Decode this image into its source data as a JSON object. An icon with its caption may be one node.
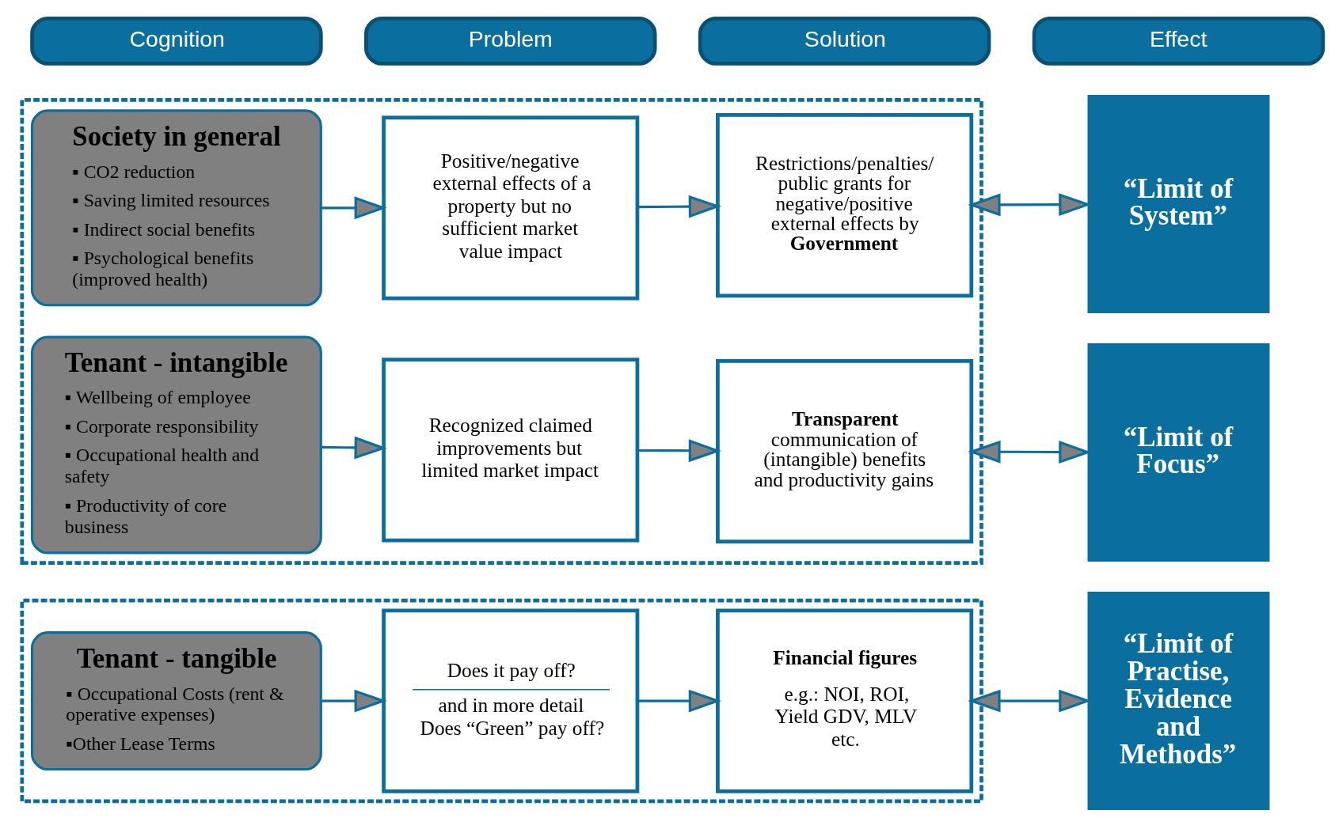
{
  "diagram": {
    "nodes": [
      {
        "text": [
          "Cognition"
        ]
      },
      {
        "text": [
          "Problem"
        ]
      },
      {
        "text": [
          "Solution"
        ]
      },
      {
        "text": [
          "Effect"
        ]
      },
      {
        "text": [],
        "shape": "box"
      },
      {
        "text": [
          "Society in general",
          "▪ CO2 reduction",
          "▪ Saving limited resources",
          "▪ Indirect social benefits",
          "▪ Psychological benefits (improved health)"
        ],
        "in": 4
      },
      {
        "text": [
          "Positive/negative external effects of a property but no sufficient market value impact"
        ],
        "in": 4
      },
      {
        "text": [
          "Restrictions/penalties/ public grants for negative/positive external effects by **Government**"
        ],
        "in": 4
      },
      {
        "text": [
          "“Limit of System”"
        ]
      },
      {
        "text": [
          "Tenant - intangible",
          "▪ Wellbeing of employee",
          "▪ Corporate responsibility",
          "▪ Occupational health and safety",
          "▪ Productivity of core business"
        ],
        "in": 4
      },
      {
        "text": [
          "Recognized claimed improvements but limited market impact"
        ],
        "in": 4
      },
      {
        "text": [
          "**Transparent** communication of (intangible) benefits and productivity gains"
        ],
        "in": 4
      },
      {
        "text": [
          "“Limit of Focus”"
        ]
      },
      {
        "text": [],
        "shape": "box"
      },
      {
        "text": [
          "Tenant - tangible",
          "▪ Occupational Costs (rent & operative expenses)",
          "▪Other Lease Terms"
        ],
        "in": 13
      },
      {
        "text": [
          "Does it pay off?",
          "and in more detail Does “Green” pay off?"
        ],
        "in": 13
      },
      {
        "text": [
          "Financial figures",
          "e.g.: NOI, ROI, Yield GDV, MLV etc."
        ],
        "in": 13
      },
      {
        "text": [
          "“Limit of Practise, Evidence and Methods”"
        ]
      }
    ],
    "edges": [
      {
        "from": 5,
        "to": 6,
        "arrow": "to"
      },
      {
        "from": 6,
        "to": 7,
        "arrow": "to"
      },
      {
        "from": 7,
        "to": 8,
        "arrow": "both"
      },
      {
        "from": 9,
        "to": 10,
        "arrow": "to"
      },
      {
        "from": 10,
        "to": 11,
        "arrow": "to"
      },
      {
        "from": 11,
        "to": 12,
        "arrow": "both"
      },
      {
        "from": 14,
        "to": 15,
        "arrow": "to"
      },
      {
        "from": 15,
        "to": 16,
        "arrow": "to"
      },
      {
        "from": 16,
        "to": 17,
        "arrow": "both"
      }
    ]
  }
}
